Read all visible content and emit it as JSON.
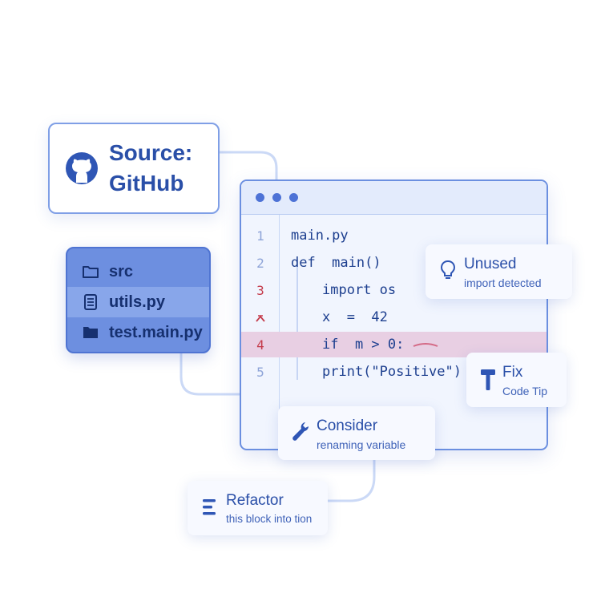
{
  "source": {
    "label_line1": "Source:",
    "label_line2": "GitHub",
    "icon": "github-icon"
  },
  "file_tree": {
    "items": [
      {
        "label": "src",
        "icon": "folder-outline-icon"
      },
      {
        "label": "utils.py",
        "icon": "file-doc-icon"
      },
      {
        "label": "test.main.py",
        "icon": "folder-filled-icon"
      }
    ]
  },
  "editor": {
    "window_dots": 3,
    "lines": [
      {
        "num": "1",
        "code": "main.py"
      },
      {
        "num": "2",
        "code": "def  main()"
      },
      {
        "num": "3",
        "code": "import os"
      },
      {
        "num": "",
        "code": "x  =  42"
      },
      {
        "num": "4",
        "code": "if  m > 0:"
      },
      {
        "num": "5",
        "code": "print(\"Positive\")"
      }
    ]
  },
  "tips": {
    "unused": {
      "title": "Unused",
      "subtitle": "import detected",
      "icon": "lightbulb-icon"
    },
    "fix": {
      "title": "Fix",
      "subtitle": "Code Tip",
      "icon": "hammer-icon"
    },
    "consider": {
      "title": "Consider",
      "subtitle": "renaming variable",
      "icon": "wrench-icon"
    },
    "refactor": {
      "title": "Refactor",
      "subtitle": "this block into tion",
      "icon": "list-lines-icon"
    }
  },
  "colors": {
    "accent": "#2a4fa8",
    "error": "#c43a4a",
    "highlight_row": "#e8cfe3",
    "tree_bg": "#6d8fe0"
  }
}
